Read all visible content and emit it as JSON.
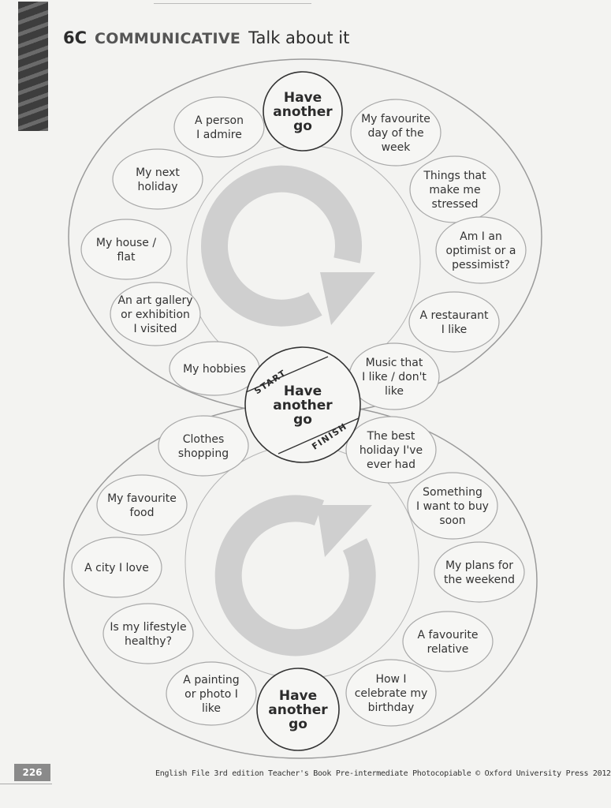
{
  "header": {
    "unit": "6C",
    "section": "COMMUNICATIVE",
    "title": "Talk about it"
  },
  "board": {
    "have_another_go": [
      "Have",
      "another",
      "go"
    ],
    "start_label": "START",
    "finish_label": "FINISH",
    "topics": [
      [
        "A person",
        "I admire"
      ],
      [
        "My favourite",
        "day of the",
        "week"
      ],
      [
        "My next",
        "holiday"
      ],
      [
        "Things that",
        "make me",
        "stressed"
      ],
      [
        "My house /",
        "flat"
      ],
      [
        "Am I an",
        "optimist or a",
        "pessimist?"
      ],
      [
        "An art gallery",
        "or exhibition",
        "I visited"
      ],
      [
        "A restaurant",
        "I like"
      ],
      [
        "My hobbies"
      ],
      [
        "Music that",
        "I like / don't",
        "like"
      ],
      [
        "Clothes",
        "shopping"
      ],
      [
        "The best",
        "holiday I've",
        "ever had"
      ],
      [
        "My favourite",
        "food"
      ],
      [
        "Something",
        "I want to buy",
        "soon"
      ],
      [
        "A city I love"
      ],
      [
        "My plans for",
        "the weekend"
      ],
      [
        "Is my lifestyle",
        "healthy?"
      ],
      [
        "A favourite",
        "relative"
      ],
      [
        "A painting",
        "or photo I",
        "like"
      ],
      [
        "How I",
        "celebrate my",
        "birthday"
      ]
    ]
  },
  "footer": {
    "page_number": "226",
    "credit": "English File 3rd edition Teacher's Book Pre-intermediate Photocopiable © Oxford University Press 2012"
  }
}
